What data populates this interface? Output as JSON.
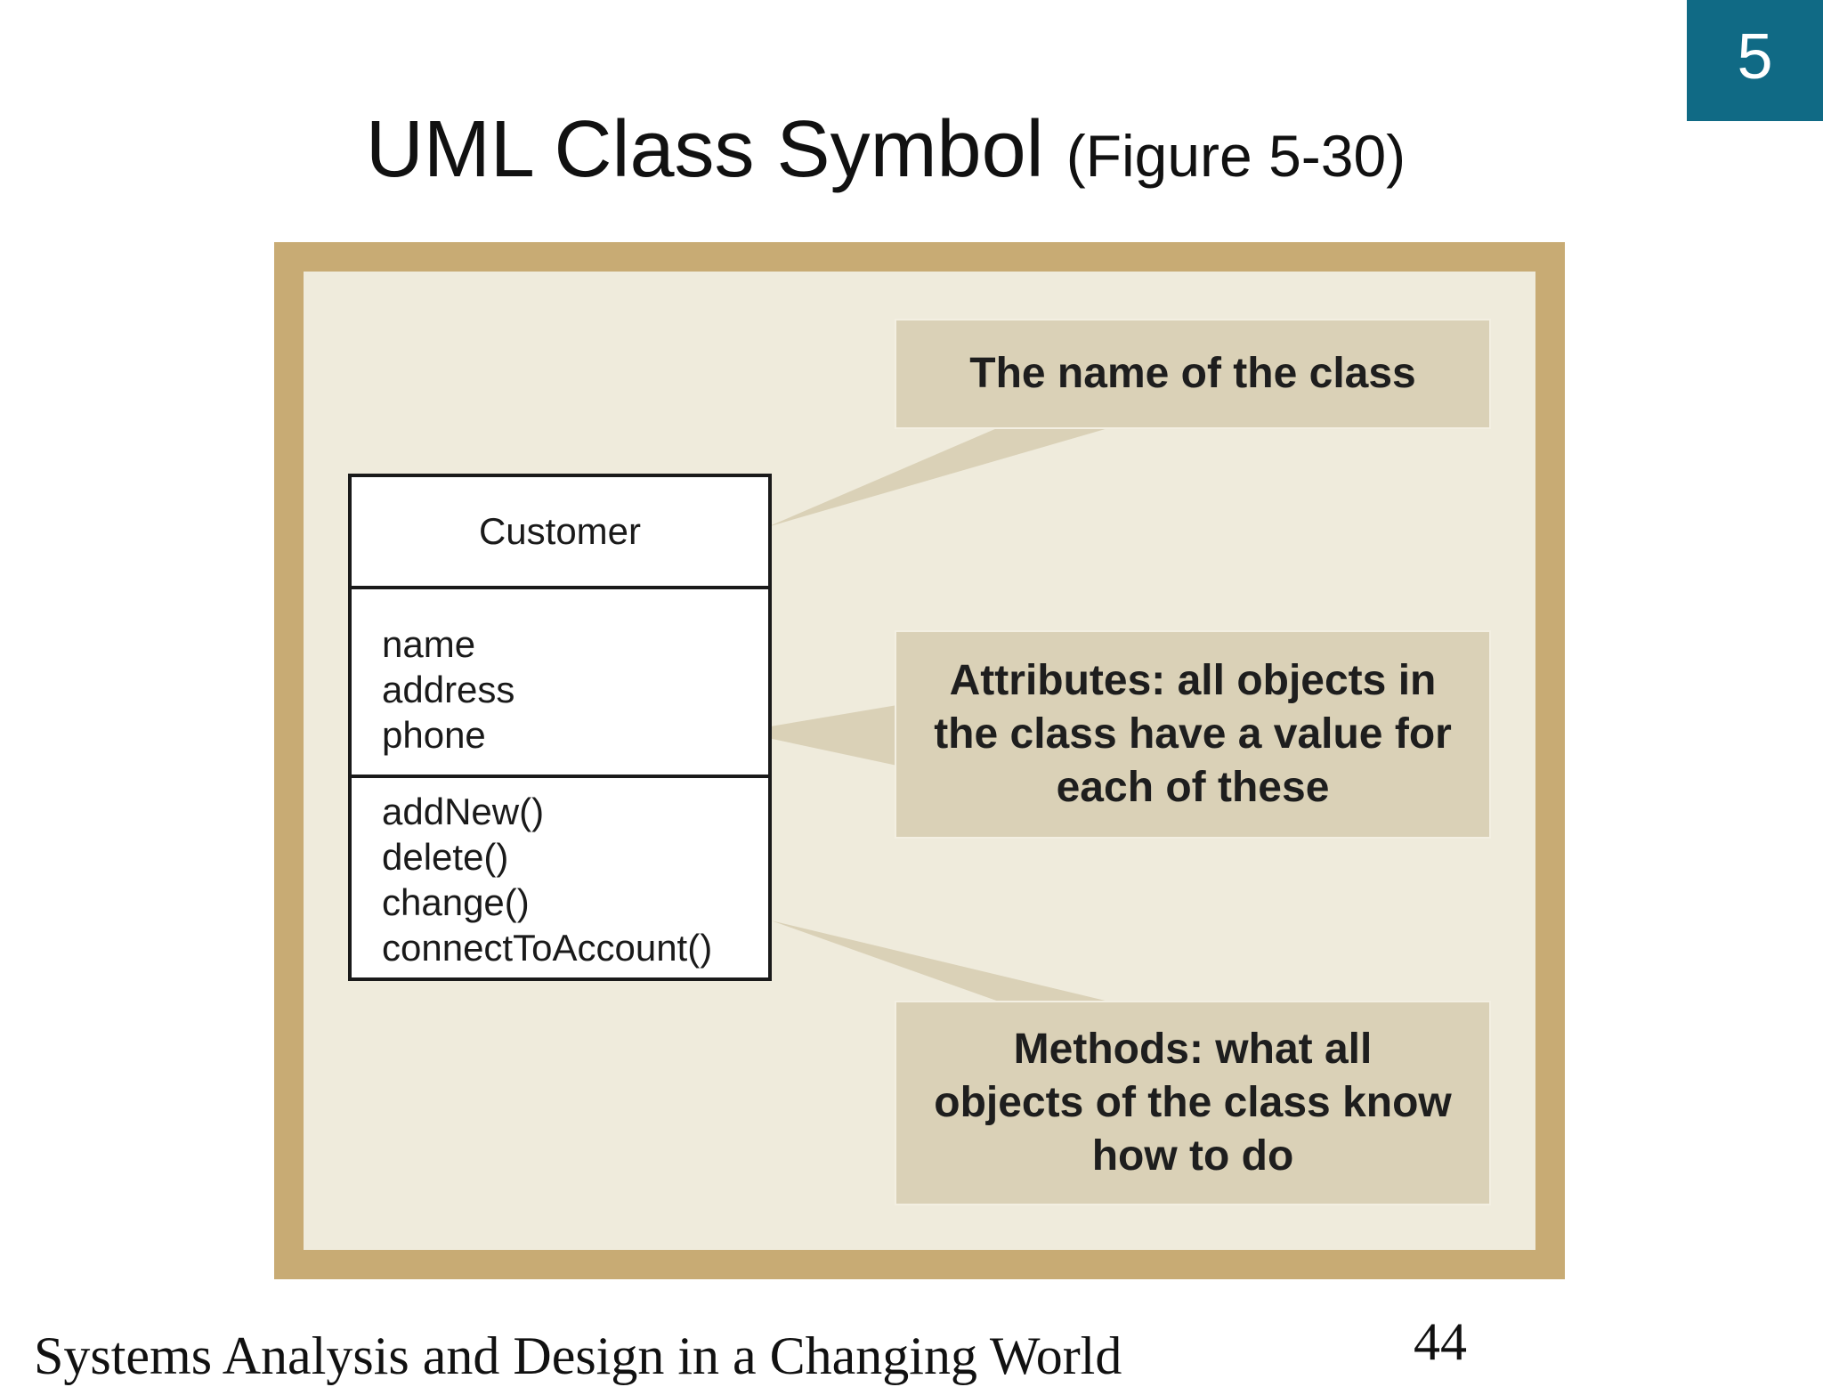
{
  "slide": {
    "chapter_number": "5",
    "title": "UML Class Symbol",
    "title_figure": "(Figure 5-30)",
    "footer_text": "Systems Analysis and Design in a Changing World",
    "page_number": "44"
  },
  "uml_class": {
    "name": "Customer",
    "attributes": [
      "name",
      "address",
      "phone"
    ],
    "methods": [
      "addNew()",
      "delete()",
      "change()",
      "connectToAccount()"
    ]
  },
  "callouts": {
    "name": {
      "lines": [
        "The name of the class"
      ]
    },
    "attributes": {
      "lines": [
        "Attributes: all objects in",
        "the class have a value for",
        "each of these"
      ]
    },
    "methods": {
      "lines": [
        "Methods: what all",
        "objects of the class know",
        "how to do"
      ]
    }
  },
  "colors": {
    "chapter_badge": "#106a85",
    "frame": "#c8ab74",
    "panel": "#efebdc",
    "callout": "#dad1b7"
  }
}
